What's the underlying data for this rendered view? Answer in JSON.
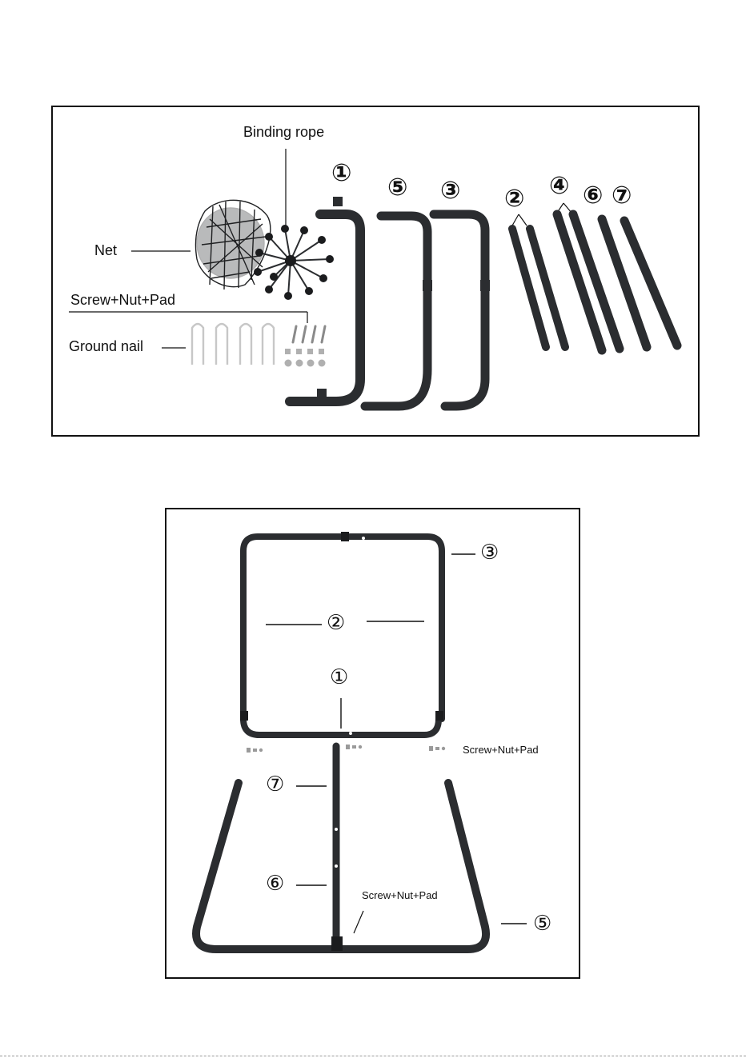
{
  "parts_panel": {
    "labels": {
      "binding_rope": "Binding rope",
      "net": "Net",
      "screw_nut_pad": "Screw+Nut+Pad",
      "ground_nail": "Ground nail"
    },
    "part_numbers": [
      "①",
      "⑤",
      "③",
      "②",
      "④",
      "⑥",
      "⑦"
    ]
  },
  "assembly_panel": {
    "part_numbers": {
      "p3": "③",
      "p2": "②",
      "p1": "①",
      "p7": "⑦",
      "p6": "⑥",
      "p5": "⑤"
    },
    "labels": {
      "screw_nut_pad_right": "Screw+Nut+Pad",
      "screw_nut_pad_bottom": "Screw+Nut+Pad"
    }
  },
  "colors": {
    "tube": "#2b2d30",
    "tube_highlight": "#5a5d62",
    "nail": "#c7c7c7",
    "border": "#111111"
  }
}
